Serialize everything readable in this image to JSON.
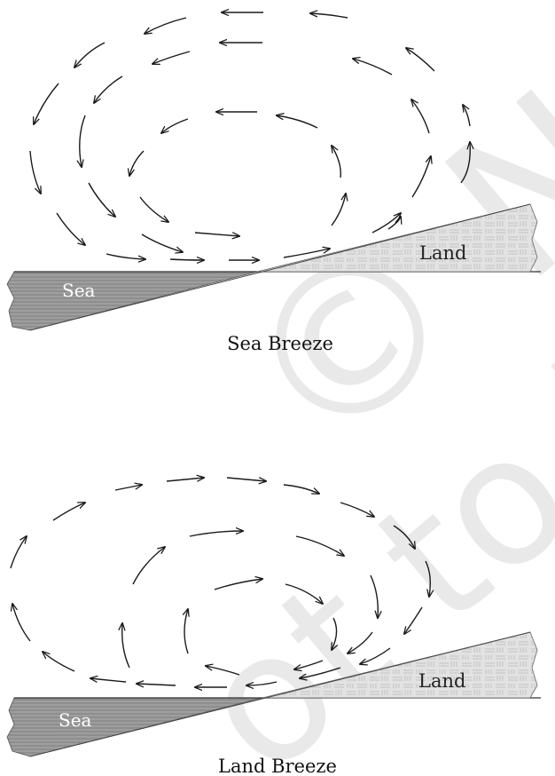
{
  "diagrams": [
    {
      "caption": "Sea Breeze",
      "sea_label": "Sea",
      "land_label": "Land",
      "circulation": "counter-clockwise"
    },
    {
      "caption": "Land Breeze",
      "sea_label": "Sea",
      "land_label": "Land",
      "circulation": "clockwise"
    }
  ],
  "watermark": "© NCERT not to be republished",
  "colors": {
    "sea_fill": "#8c8c8c",
    "land_fill": "#dcdcdc",
    "arrow_stroke": "#1a1a1a"
  }
}
